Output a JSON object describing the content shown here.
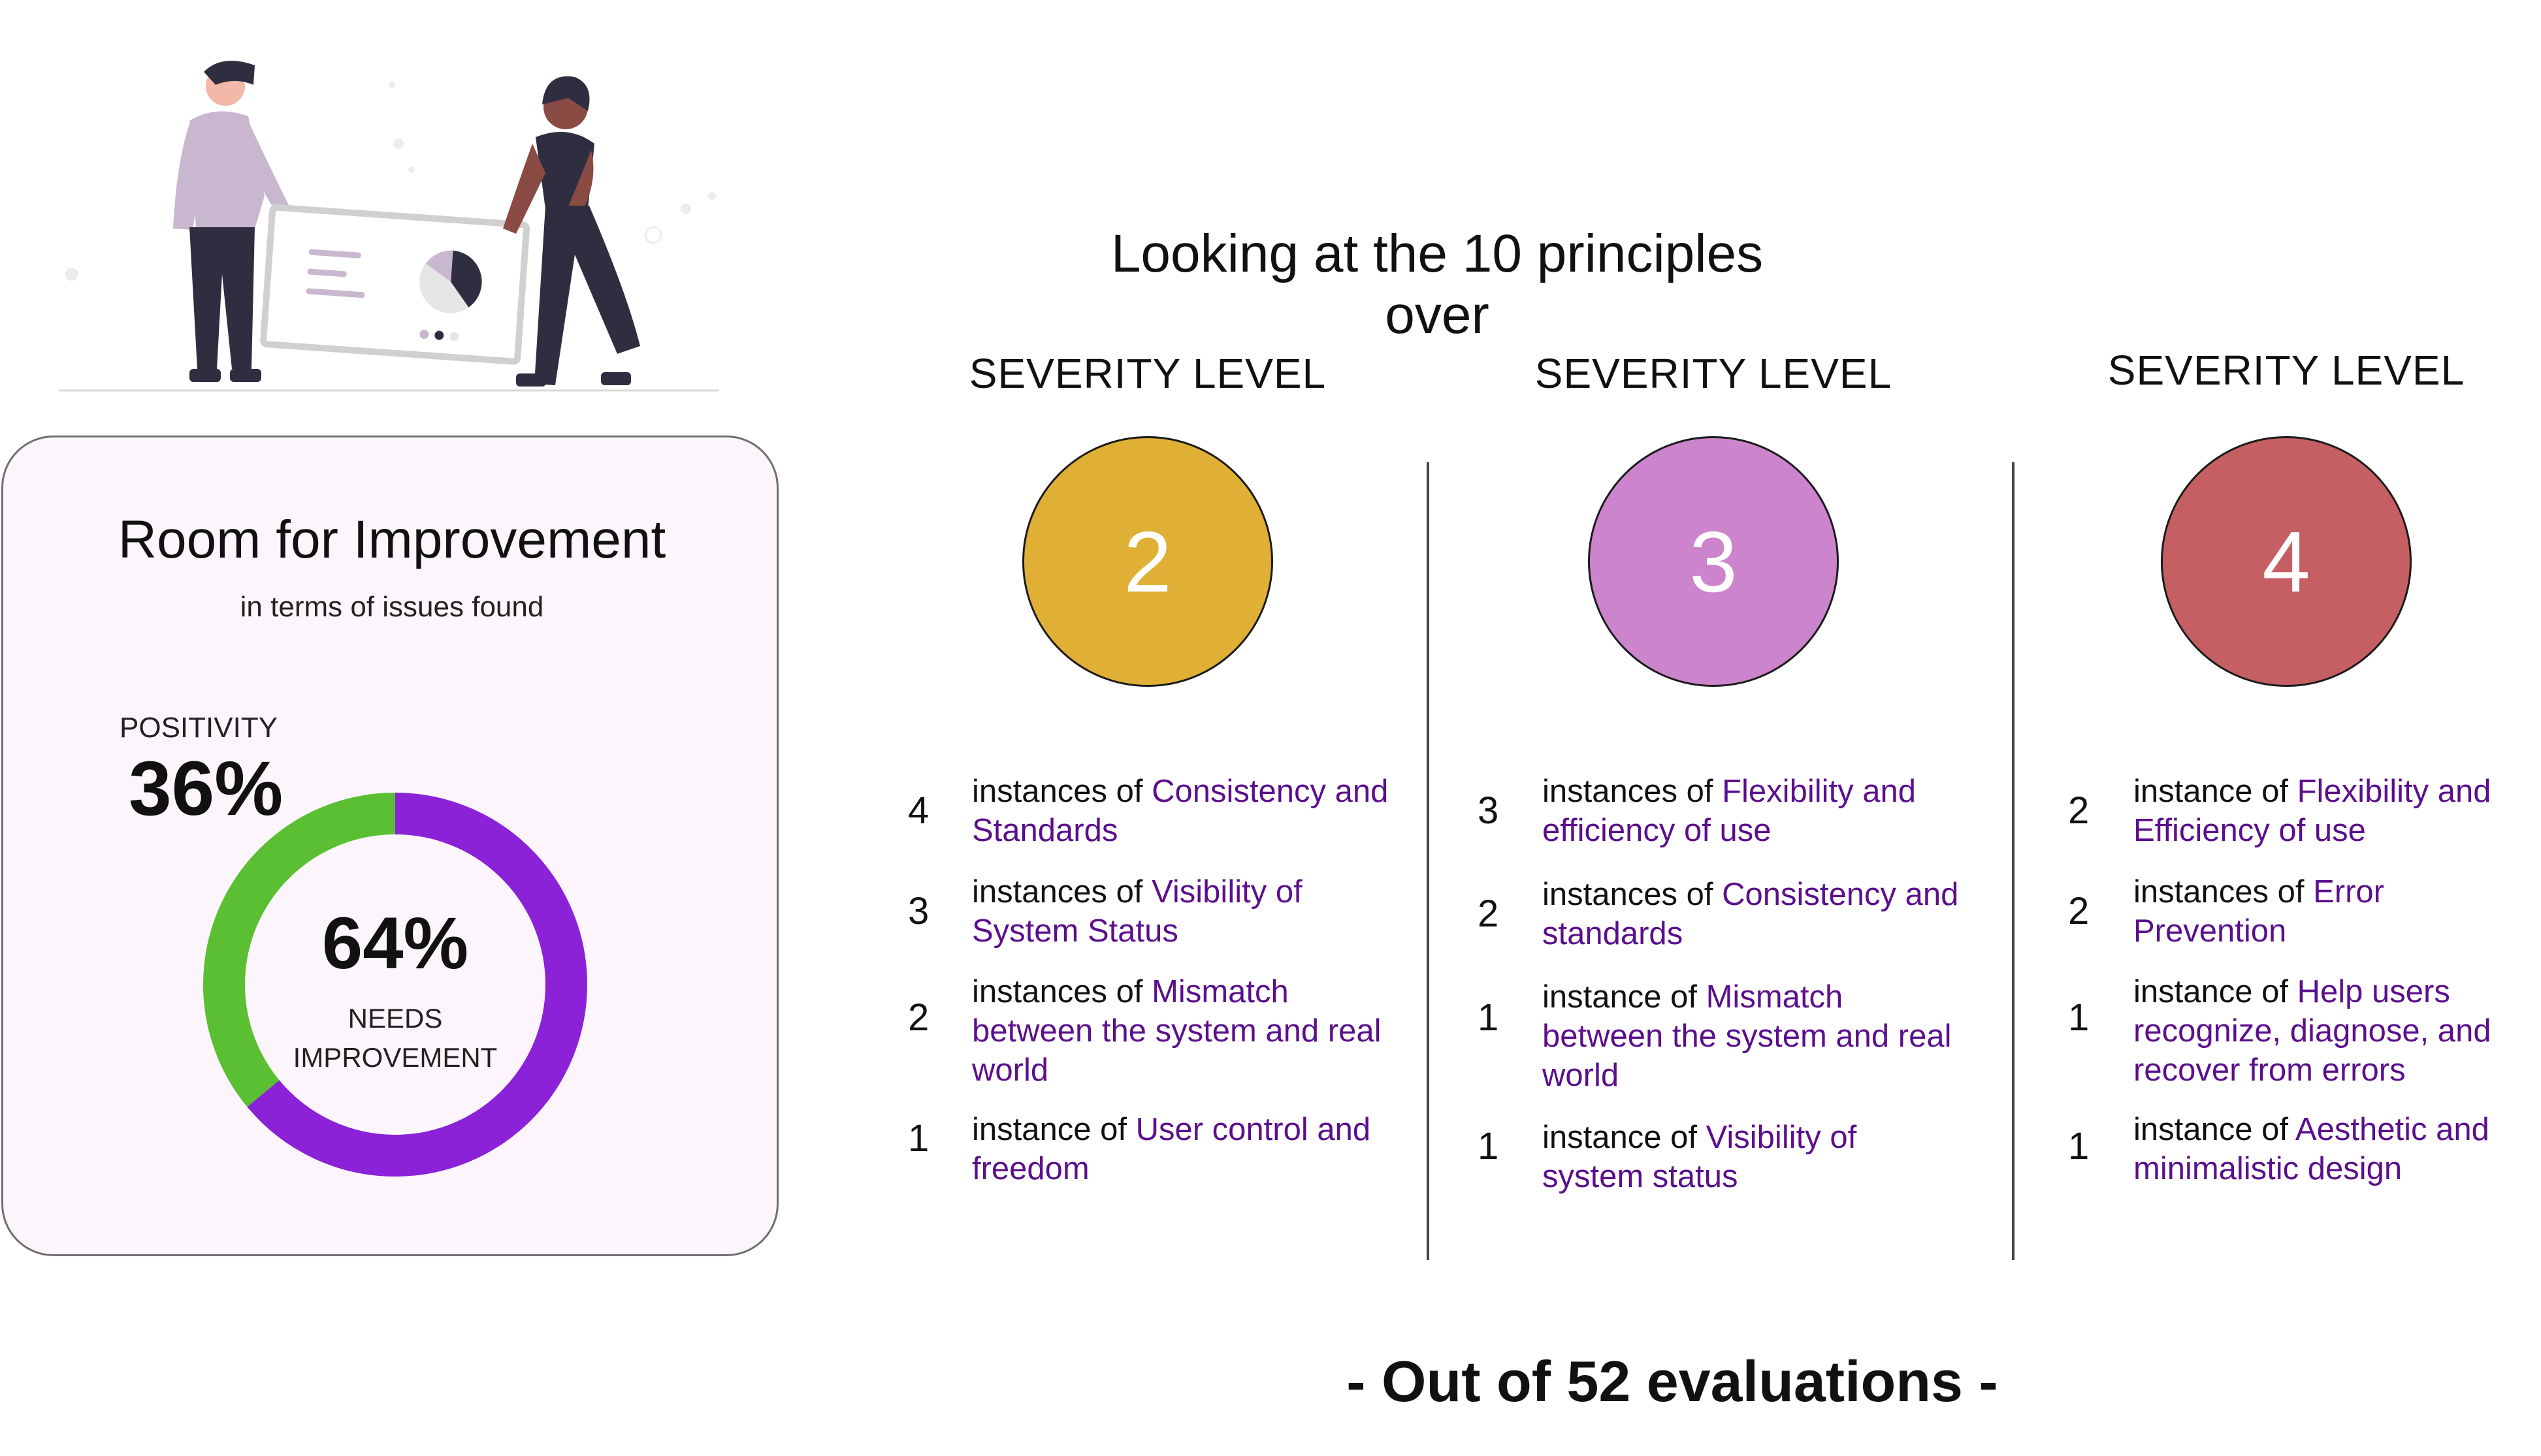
{
  "card": {
    "title": "Room for Improvement",
    "subtitle": "in terms of issues found",
    "positivity_label": "POSITIVITY",
    "positivity_value": "36%",
    "needs_value": "64%",
    "needs_label_line1": "NEEDS",
    "needs_label_line2": "IMPROVEMENT"
  },
  "heading": "Looking at the 10 principles over",
  "footer": "- Out of 52 evaluations -",
  "colors": {
    "positivity": "#5abf32",
    "needs_improvement": "#8c22d8",
    "highlight_text": "#5b0f8c",
    "severity_2": "#dfb035",
    "severity_3": "#cc84cc",
    "severity_4": "#c55f63"
  },
  "columns": [
    {
      "title": "SEVERITY LEVEL",
      "level": "2",
      "items": [
        {
          "count": "4",
          "prefix": "instances of ",
          "principle": "Consistency and Standards"
        },
        {
          "count": "3",
          "prefix": "instances of ",
          "principle": "Visibility of System Status"
        },
        {
          "count": "2",
          "prefix": "instances of ",
          "principle": "Mismatch between the system and real world"
        },
        {
          "count": "1",
          "prefix": "instance of ",
          "principle": "User control and freedom"
        }
      ]
    },
    {
      "title": "SEVERITY LEVEL",
      "level": "3",
      "items": [
        {
          "count": "3",
          "prefix": "instances of ",
          "principle": "Flexibility and efficiency of use"
        },
        {
          "count": "2",
          "prefix": "instances of ",
          "principle": "Consistency and standards"
        },
        {
          "count": "1",
          "prefix": "instance of ",
          "principle": "Mismatch between the system and real world"
        },
        {
          "count": "1",
          "prefix": "instance of ",
          "principle": "Visibility of system status"
        }
      ]
    },
    {
      "title": "SEVERITY LEVEL",
      "level": "4",
      "items": [
        {
          "count": "2",
          "prefix": "instance of ",
          "principle": "Flexibility and Efficiency of use"
        },
        {
          "count": "2",
          "prefix": "instances of ",
          "principle": "Error Prevention"
        },
        {
          "count": "1",
          "prefix": "instance of ",
          "principle": "Help users recognize, diagnose, and recover from errors"
        },
        {
          "count": "1",
          "prefix": "instance of ",
          "principle": "Aesthetic and minimalistic design"
        }
      ]
    }
  ],
  "chart_data": {
    "type": "pie",
    "style": "donut",
    "categories": [
      "POSITIVITY",
      "NEEDS IMPROVEMENT"
    ],
    "values": [
      36,
      64
    ],
    "units": "%"
  }
}
